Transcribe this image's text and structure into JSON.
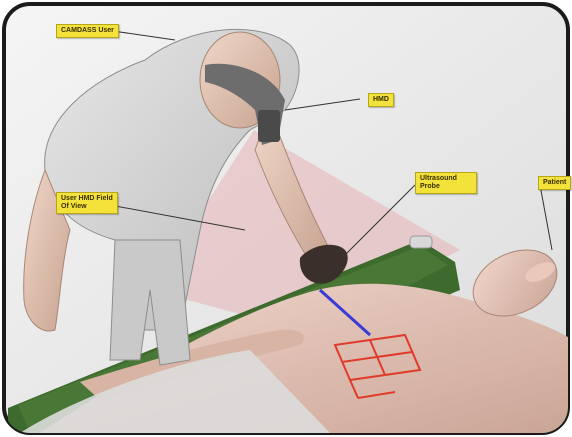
{
  "callouts": {
    "user": "CAMDASS User",
    "hmd": "HMD",
    "probe": "Ultrasound Probe",
    "patient": "Patient",
    "fov": "User HMD Field Of View"
  },
  "colors": {
    "callout_bg": "#f3e23a",
    "fov_cone": "#e7a9ab",
    "overlay_lines": "#e03a2a",
    "probe_beam": "#3a3ad8",
    "stretcher": "#3d6a2d"
  }
}
